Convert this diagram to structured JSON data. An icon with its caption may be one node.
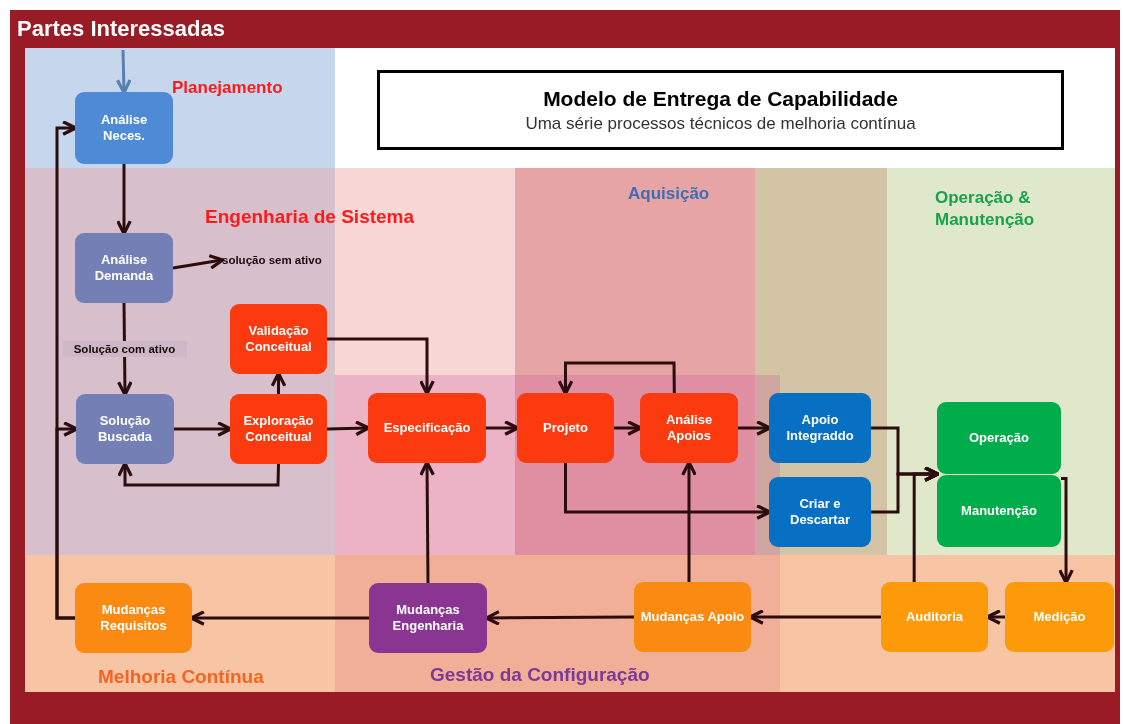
{
  "diagram": {
    "nodes": [
      {
        "text": [
          "Modelo de Entrega de Capabilidade",
          "Uma série processos técnicos de melhoria contínua"
        ]
      },
      {
        "text": [
          "Análise Neces."
        ]
      },
      {
        "text": [
          "Análise Demanda"
        ]
      },
      {
        "text": [
          "solução sem ativo"
        ]
      },
      {
        "text": [
          "Validação Conceitual"
        ]
      },
      {
        "text": [
          "Solução Buscada"
        ]
      },
      {
        "text": [
          "Exploração Conceitual"
        ]
      },
      {
        "text": [
          "Especificação"
        ]
      },
      {
        "text": [
          "Projeto"
        ]
      },
      {
        "text": [
          "Análise Apoios"
        ]
      },
      {
        "text": [
          "Apoio Integraddo"
        ]
      },
      {
        "text": [
          "Criar e Descartar"
        ]
      },
      {
        "text": [
          "Operação"
        ]
      },
      {
        "text": [
          "Manutenção"
        ]
      },
      {
        "text": [
          "Mudanças Requisitos"
        ]
      },
      {
        "text": [
          "Mudanças Engenharia"
        ]
      },
      {
        "text": [
          "Mudanças Apoio"
        ]
      },
      {
        "text": [
          "Auditoria"
        ]
      },
      {
        "text": [
          "Medição"
        ]
      }
    ],
    "edges": [
      {
        "from": null,
        "to": 1,
        "arrow": "to",
        "color": "#5b80b0"
      },
      {
        "from": 1,
        "to": 2,
        "arrow": "to"
      },
      {
        "from": 2,
        "to": 3,
        "arrow": "to"
      },
      {
        "from": 2,
        "to": 5,
        "arrow": "to",
        "label": "Solução com ativo"
      },
      {
        "from": 5,
        "to": 6,
        "arrow": "to"
      },
      {
        "from": 6,
        "to": 4,
        "arrow": "to"
      },
      {
        "from": 6,
        "to": 5,
        "arrow": "to"
      },
      {
        "from": 4,
        "to": 7,
        "arrow": "to"
      },
      {
        "from": 6,
        "to": 7,
        "arrow": "to"
      },
      {
        "from": 7,
        "to": 8,
        "arrow": "to"
      },
      {
        "from": 8,
        "to": 9,
        "arrow": "to"
      },
      {
        "from": 9,
        "to": 8,
        "arrow": "to"
      },
      {
        "from": 9,
        "to": 10,
        "arrow": "to"
      },
      {
        "from": 8,
        "to": 11,
        "arrow": "to"
      },
      {
        "from": 10,
        "to": 12,
        "arrow": "to"
      },
      {
        "from": 11,
        "to": 12,
        "arrow": "to"
      },
      {
        "from": 17,
        "to": 12,
        "arrow": "to"
      },
      {
        "from": 13,
        "to": 18,
        "arrow": "to"
      },
      {
        "from": 18,
        "to": 17,
        "arrow": "to"
      },
      {
        "from": 17,
        "to": 16,
        "arrow": "to"
      },
      {
        "from": 16,
        "to": 9,
        "arrow": "to"
      },
      {
        "from": 16,
        "to": 15,
        "arrow": "to"
      },
      {
        "from": 15,
        "to": 7,
        "arrow": "to"
      },
      {
        "from": 15,
        "to": 14,
        "arrow": "to"
      },
      {
        "from": 14,
        "to": 1,
        "arrow": "to"
      },
      {
        "from": 14,
        "to": 5,
        "arrow": "to"
      }
    ],
    "labels": [
      "Partes Interessadas",
      "Planejamento",
      "Engenharia de Sistema",
      "Aquisição",
      "Operação & Manutenção",
      "Melhoria Contínua",
      "Gestão da Configuração"
    ]
  }
}
